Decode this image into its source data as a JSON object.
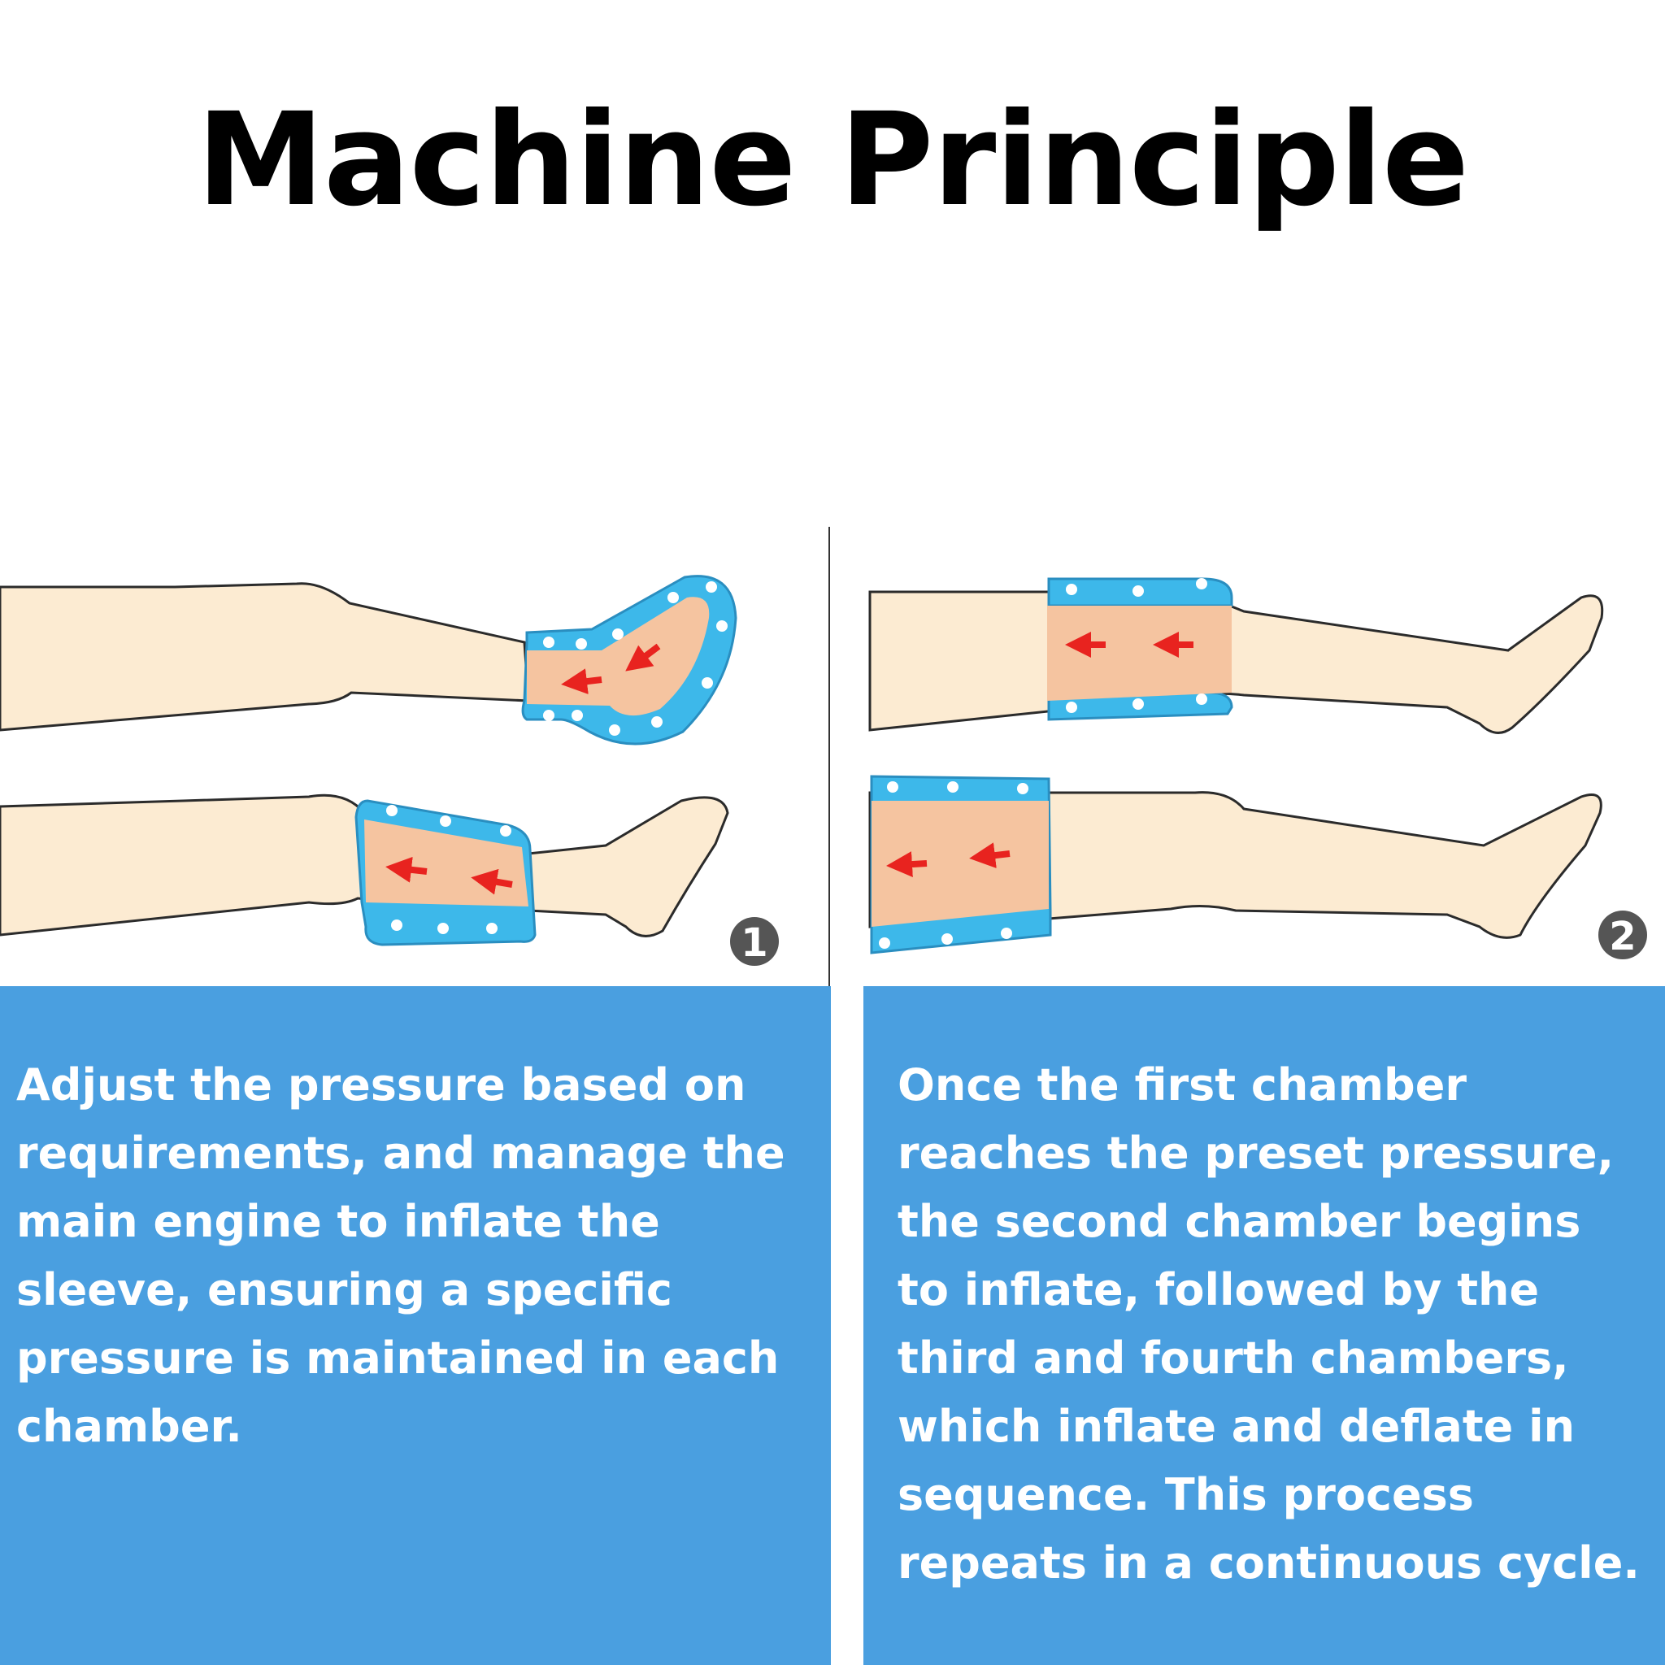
{
  "title": "Machine Principle",
  "steps": [
    {
      "number": "1",
      "text": "Adjust the pressure based on\nrequirements, and manage the\nmain engine to inflate the\nsleeve, ensuring a specific\npressure is maintained in each\nchamber."
    },
    {
      "number": "2",
      "text": "Once the first chamber\nreaches the preset pressure,\nthe second chamber begins\nto inflate, followed by the\nthird and fourth chambers,\nwhich inflate and deflate in\nsequence. This process\nrepeats in a continuous cycle."
    }
  ],
  "colors": {
    "panel": "#4a9fe0",
    "skin": "#fcebd2",
    "cuff": "#3db8ea",
    "pressure": "#f5c4a0",
    "arrow": "#e8231f",
    "badge": "#555555"
  }
}
